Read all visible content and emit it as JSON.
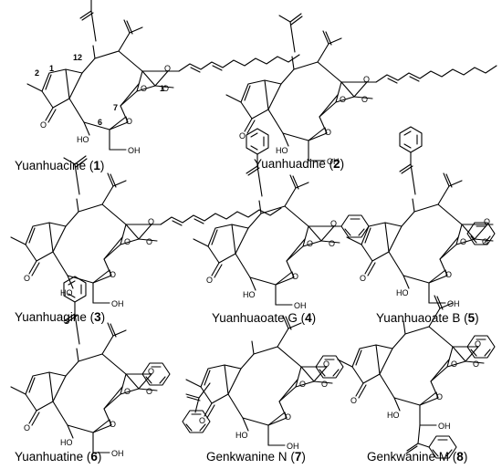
{
  "compounds": [
    {
      "name": "Yuanhuacine",
      "number": "1"
    },
    {
      "name": "Yuanhuadine",
      "number": "2"
    },
    {
      "name": "Yuanhuagine",
      "number": "3"
    },
    {
      "name": "Yuanhuaoate G",
      "number": "4"
    },
    {
      "name": "Yuanhuaoate B",
      "number": "5"
    },
    {
      "name": "Yuanhuatine",
      "number": "6"
    },
    {
      "name": "Genkwanine N",
      "number": "7"
    },
    {
      "name": "Genkwanine M",
      "number": "8"
    }
  ],
  "atom_labels": {
    "oxygen": "O",
    "hydroxyl": "OH",
    "hydroxyl_left": "HO"
  },
  "locants": [
    "2",
    "1",
    "12",
    "6",
    "7",
    "1'"
  ]
}
